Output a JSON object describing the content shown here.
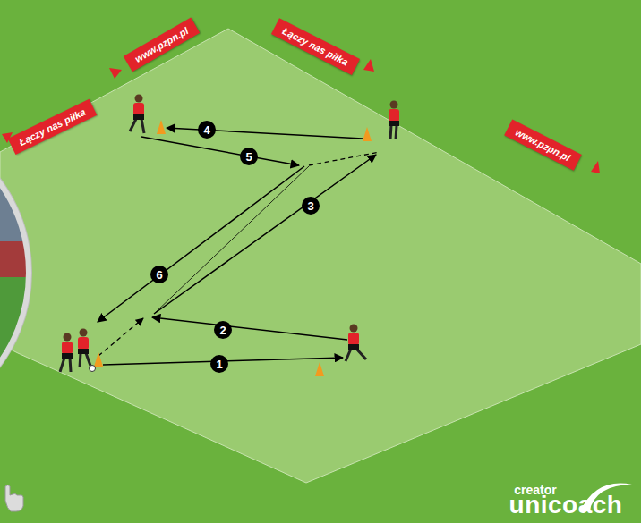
{
  "diagram": {
    "labels": [
      "Łączy nas piłka",
      "www.pzpn.pl",
      "Łączy nas piłka",
      "www.pzpn.pl",
      "1",
      "2",
      "3",
      "4",
      "5",
      "6",
      "creator",
      "unicoach"
    ]
  }
}
